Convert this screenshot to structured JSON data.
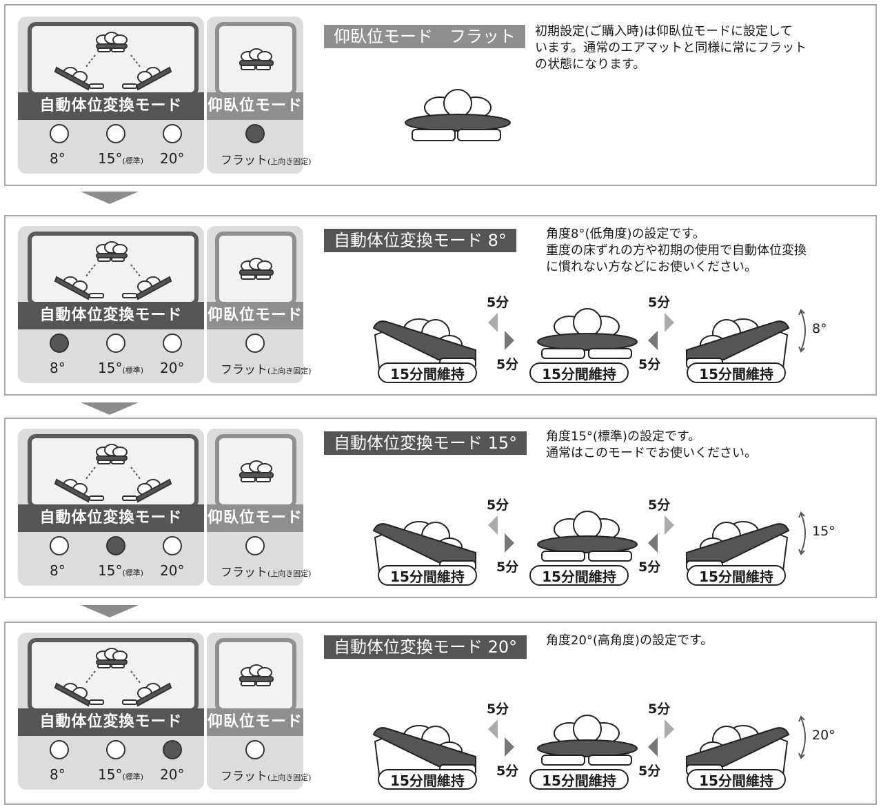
{
  "labels": {
    "auto_mode": "自動体位変換モード",
    "supine_mode": "仰臥位モード",
    "angle_8": "8°",
    "angle_15": "15°",
    "angle_15_sub": "(標準)",
    "angle_20": "20°",
    "flat": "フラット",
    "flat_sub": "(上向き固定)",
    "keep": "15分間維持",
    "time": "5分"
  },
  "sections": [
    {
      "title": "仰臥位モード　フラット",
      "desc": [
        "初期設定(ご購入時)は仰臥位モードに設定して",
        "います。通常のエアマットと同様に常にフラット",
        "の状態になります。"
      ],
      "active_lamp": "flat"
    },
    {
      "title": "自動体位変換モード  8°",
      "desc": [
        "角度8°(低角度)の設定です。",
        "重度の床ずれの方や初期の使用で自動体位変換",
        "に慣れない方などにお使いください。"
      ],
      "active_lamp": "8",
      "angle_label": "8°"
    },
    {
      "title": "自動体位変換モード  15°",
      "desc": [
        "角度15°(標準)の設定です。",
        "通常はこのモードでお使いください。"
      ],
      "active_lamp": "15",
      "angle_label": "15°"
    },
    {
      "title": "自動体位変換モード  20°",
      "desc": [
        "角度20°(高角度)の設定です。"
      ],
      "active_lamp": "20",
      "angle_label": "20°"
    }
  ],
  "colors": {
    "dark": "#555555",
    "mid": "#8f8f8f",
    "panel": "#dcdcdc",
    "border": "#a9a9a9"
  }
}
